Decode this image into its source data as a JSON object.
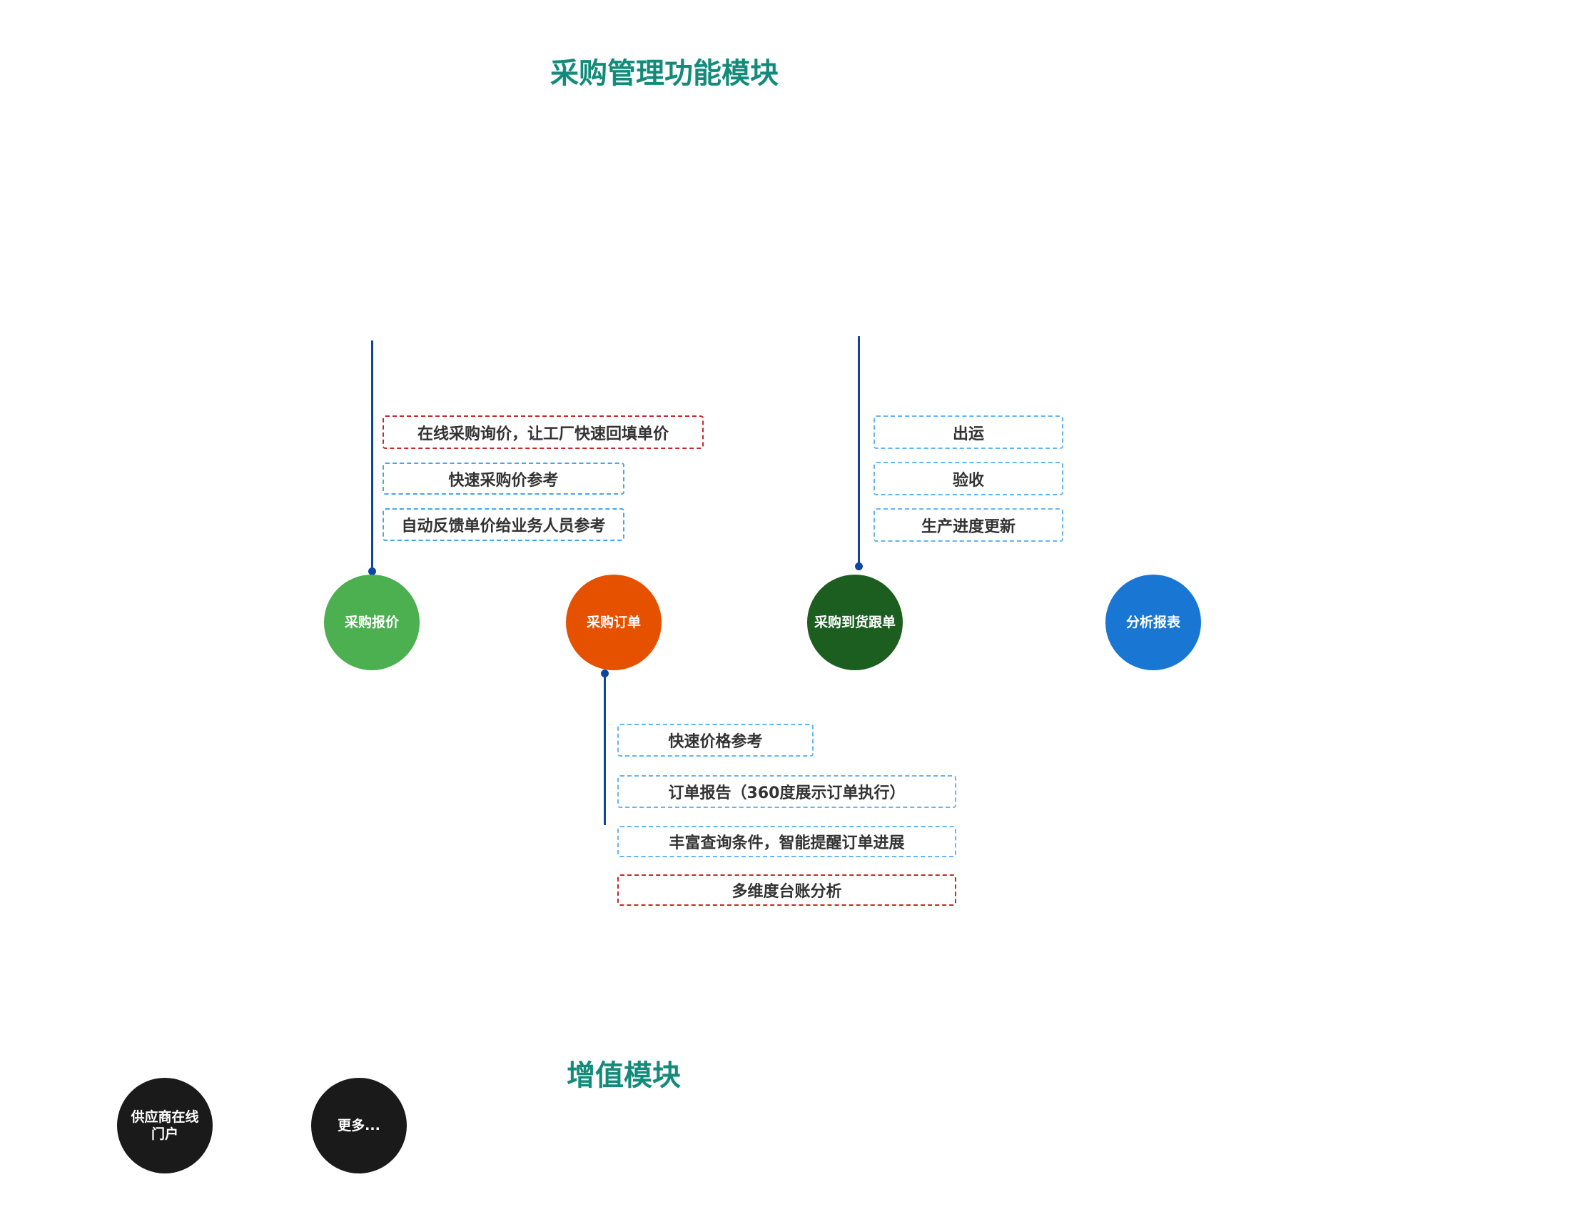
{
  "titles": {
    "main": "采购管理功能模块",
    "value_added": "增值模块"
  },
  "modules": [
    {
      "label": "采购报价",
      "color": "#4caf50"
    },
    {
      "label": "采购订单",
      "color": "#e65100"
    },
    {
      "label": "采购到货跟单",
      "color": "#1b5e20"
    },
    {
      "label": "分析报表",
      "color": "#1976d2"
    }
  ],
  "quote_features": [
    "在线采购询价，让工厂快速回填单价",
    "快速采购价参考",
    "自动反馈单价给业务人员参考"
  ],
  "tracking_features": [
    "出运",
    "验收",
    "生产进度更新"
  ],
  "order_features": [
    "快速价格参考",
    "订单报告（360度展示订单执行）",
    "丰富查询条件，智能提醒订单进展",
    "多维度台账分析"
  ],
  "value_added_modules": [
    {
      "label": "供应商在线门户",
      "color": "#1a1a1a"
    },
    {
      "label": "更多...",
      "color": "#1a1a1a"
    }
  ]
}
